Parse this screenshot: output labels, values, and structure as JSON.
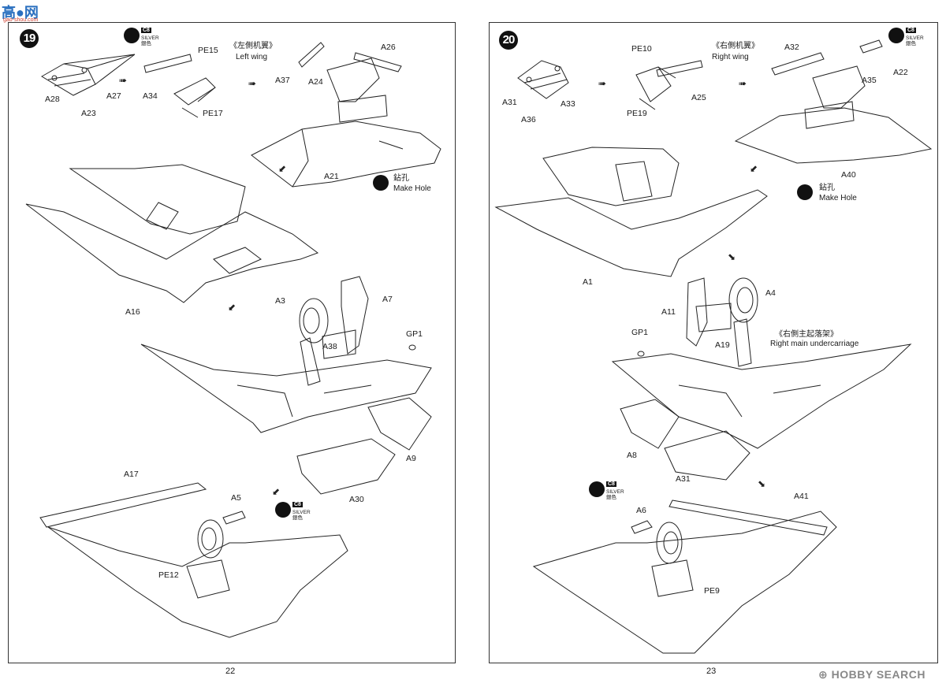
{
  "watermark": {
    "logo": "高●网",
    "sub": "gao-shou.com"
  },
  "hobby_logo": "⊕ HOBBY SEARCH",
  "left_page": {
    "step": "19",
    "page_number": "22",
    "paint_top": {
      "code": "C8",
      "name_en": "SILVER",
      "name_cn": "銀色"
    },
    "paint_bottom": {
      "code": "C8",
      "name_en": "SILVER",
      "name_cn": "銀色"
    },
    "wing_title_cn": "《左側机翼》",
    "wing_title_en": "Left wing",
    "make_hole_cn": "鉆孔",
    "make_hole_en": "Make Hole",
    "labels": {
      "A28": "A28",
      "A27": "A27",
      "A23": "A23",
      "A34": "A34",
      "PE15": "PE15",
      "PE17": "PE17",
      "A37": "A37",
      "A24": "A24",
      "A26": "A26",
      "A21": "A21",
      "A16": "A16",
      "A3": "A3",
      "A7": "A7",
      "A38": "A38",
      "GP1": "GP1",
      "A9": "A9",
      "A30": "A30",
      "A17": "A17",
      "A5": "A5",
      "PE12": "PE12"
    }
  },
  "right_page": {
    "step": "20",
    "page_number": "23",
    "paint_top": {
      "code": "C8",
      "name_en": "SILVER",
      "name_cn": "銀色"
    },
    "paint_bottom": {
      "code": "C8",
      "name_en": "SILVER",
      "name_cn": "銀色"
    },
    "wing_title_cn": "《右側机翼》",
    "wing_title_en": "Right wing",
    "make_hole_cn": "鉆孔",
    "make_hole_en": "Make Hole",
    "undercarriage_cn": "《右側主起落架》",
    "undercarriage_en": "Right main undercarriage",
    "labels": {
      "A31a": "A31",
      "A36": "A36",
      "A33": "A33",
      "PE10": "PE10",
      "PE19": "PE19",
      "A25": "A25",
      "A32": "A32",
      "A35": "A35",
      "A22": "A22",
      "A40": "A40",
      "A1": "A1",
      "A4": "A4",
      "A11": "A11",
      "A19": "A19",
      "GP1": "GP1",
      "A8": "A8",
      "A31b": "A31",
      "A6": "A6",
      "A41": "A41",
      "PE9": "PE9"
    }
  }
}
